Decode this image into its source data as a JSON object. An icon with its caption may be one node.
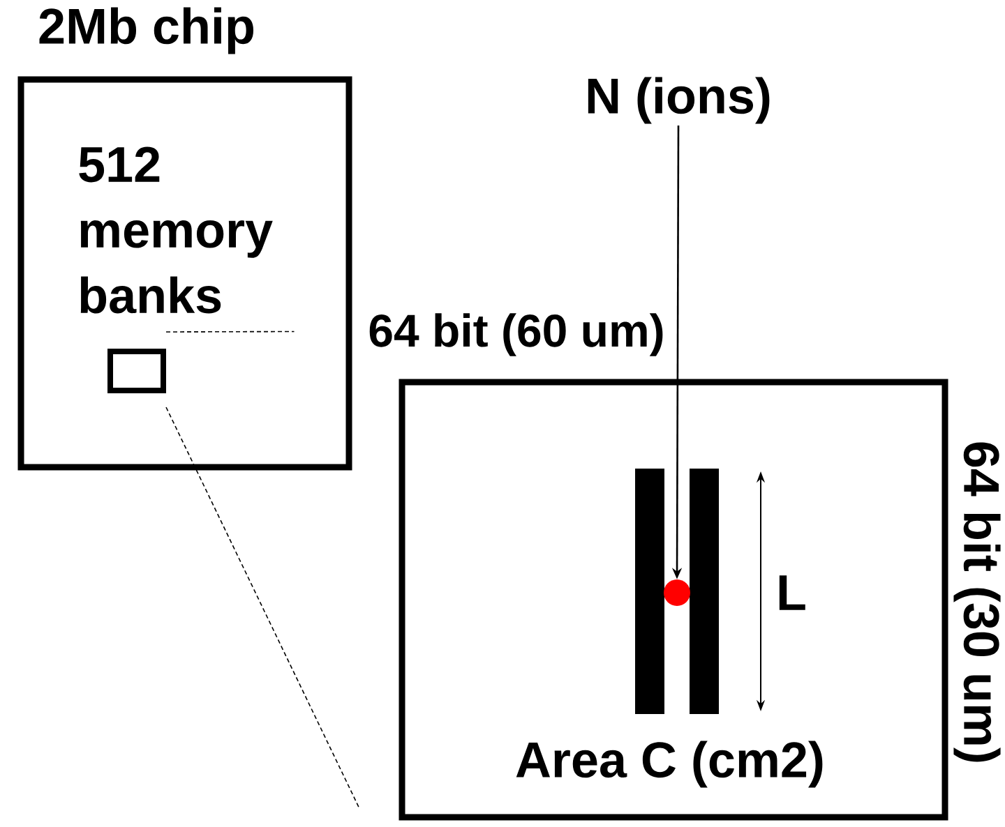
{
  "diagram": {
    "nodes": [
      {
        "text": [
          "2Mb chip",
          "512 memory banks"
        ]
      },
      {
        "text": [],
        "shape": "box",
        "in": 0
      },
      {
        "text": [
          "64 bit (60 um)",
          "Area C (cm2)"
        ],
        "beside": [
          "64 bit (30 um)"
        ]
      },
      {
        "text": [],
        "shape": "bar",
        "in": 2
      },
      {
        "text": [],
        "shape": "bar",
        "in": 2
      },
      {
        "text": [],
        "shape": "circle",
        "in": 2
      },
      {
        "text": [
          "N (ions)"
        ]
      }
    ],
    "edges": [
      {
        "from": 1,
        "to": 2,
        "arrow": "none",
        "style": "dashed"
      },
      {
        "from": 1,
        "to": 2,
        "arrow": "none",
        "style": "dashed"
      },
      {
        "from": 6,
        "to": 5,
        "arrow": "to"
      }
    ],
    "labels": [
      "L"
    ]
  }
}
